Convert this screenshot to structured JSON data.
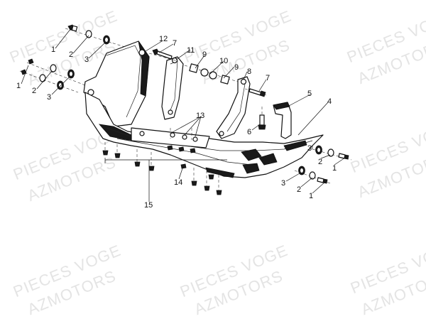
{
  "watermark": {
    "line1": "PIECES VOGE",
    "line2": "AZMOTORS"
  },
  "callouts": {
    "c1a": "1",
    "c2a": "2",
    "c3a": "3",
    "c1b": "1",
    "c2b": "2",
    "c3b": "3",
    "c4": "4",
    "c5": "5",
    "c6": "6",
    "c7a": "7",
    "c7b": "7",
    "c8": "8",
    "c9a": "9",
    "c9b": "9",
    "c10": "10",
    "c11": "11",
    "c12": "12",
    "c13": "13",
    "c14": "14",
    "c15": "15",
    "c3c": "3",
    "c2c": "2",
    "c1c": "1",
    "c3d": "3",
    "c2d": "2",
    "c1d": "1"
  },
  "colors": {
    "line": "#111111",
    "watermark": "#e4e4e4",
    "background": "#ffffff"
  }
}
